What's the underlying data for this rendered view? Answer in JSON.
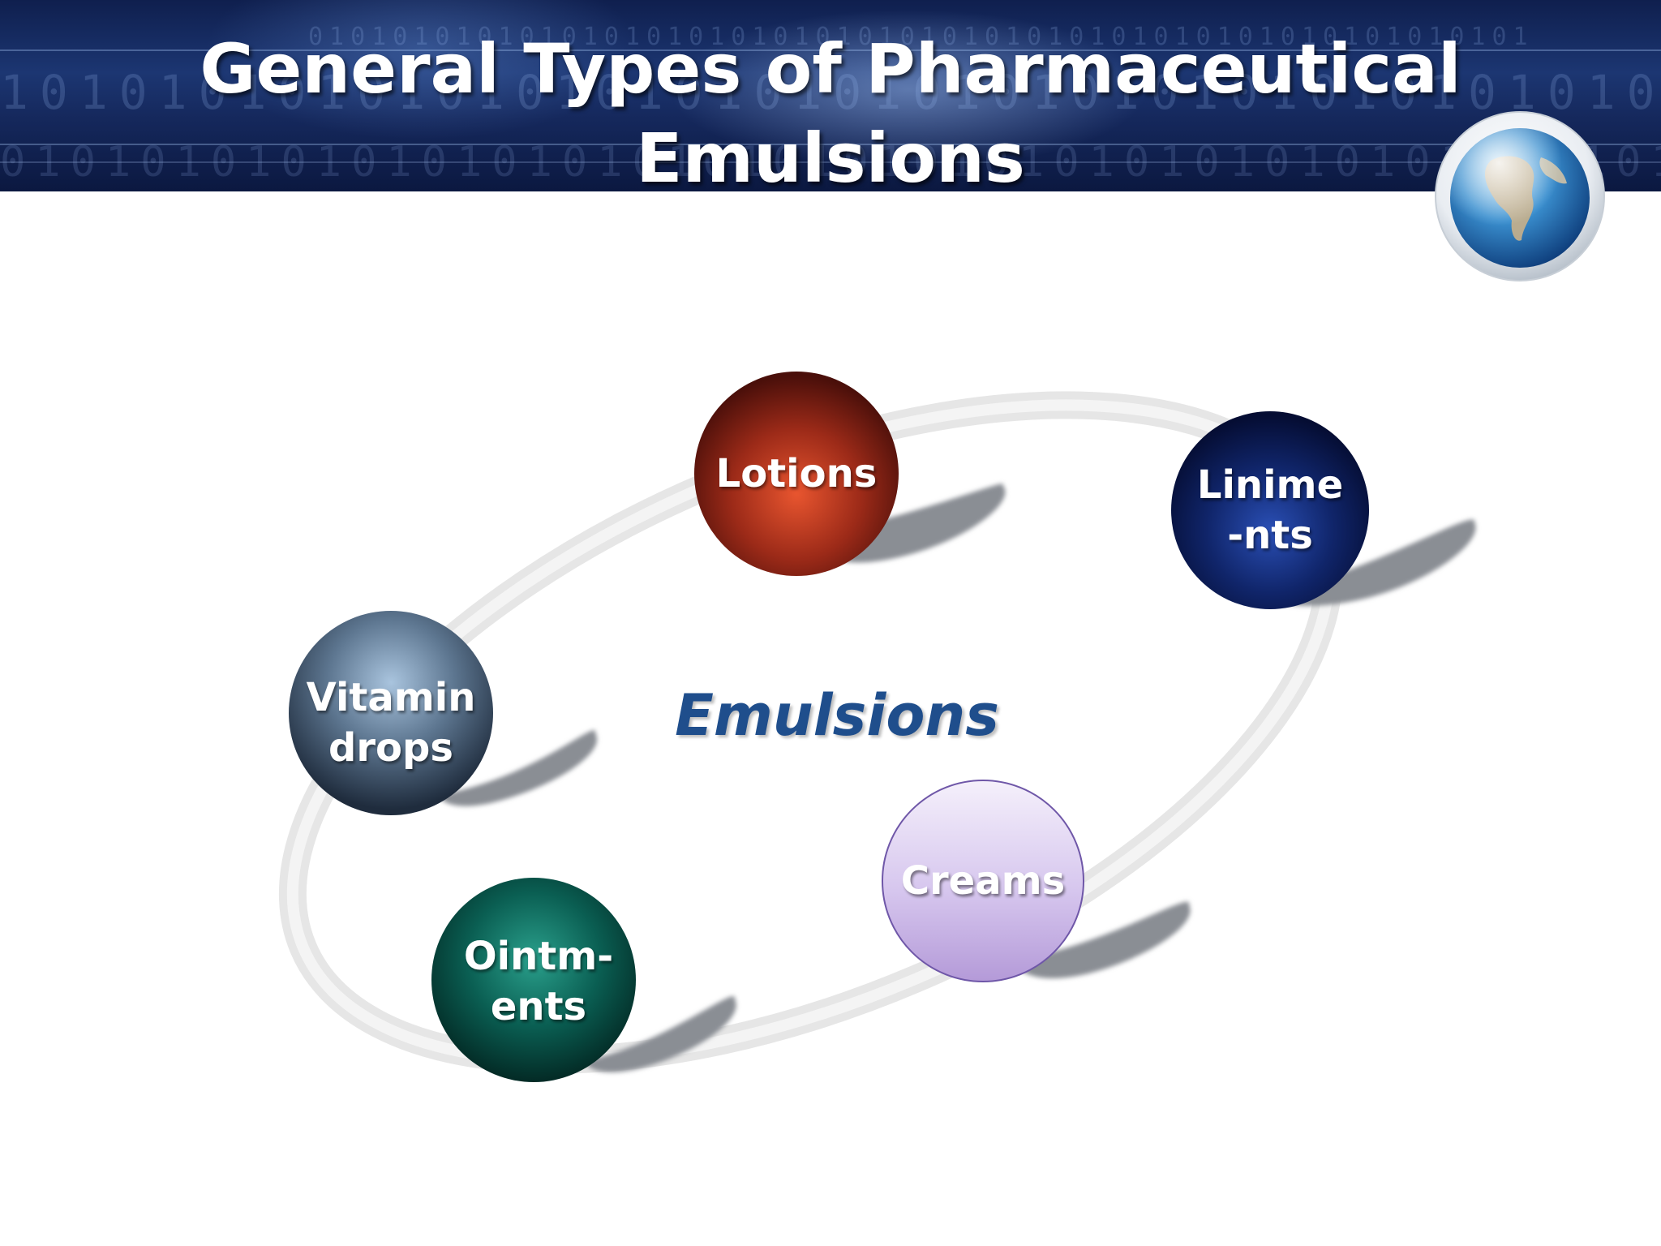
{
  "slide": {
    "title_line1": "General Types of Pharmaceutical",
    "title_line2": "Emulsions",
    "decor_binary_top": "0101010101010101010101010101010101010101010101010101010101",
    "decor_binary_mid": "1010101010101010101010101010101010101010101010",
    "decor_binary_bot": "01010101010101010101010101010101010101010101010101"
  },
  "logo": {
    "icon": "globe-icon"
  },
  "diagram": {
    "center": "Emulsions",
    "nodes": [
      {
        "id": "lotions",
        "line1": "Lotions",
        "line2": "",
        "color": "#c5341e"
      },
      {
        "id": "liniments",
        "line1": "Linime",
        "line2": "-nts",
        "color": "#12286f"
      },
      {
        "id": "vitamin",
        "line1": "Vitamin",
        "line2": "drops",
        "color": "#5e7792"
      },
      {
        "id": "ointments",
        "line1": "Ointm-",
        "line2": "ents",
        "color": "#0e6a5c"
      },
      {
        "id": "creams",
        "line1": "Creams",
        "line2": "",
        "color": "#c6b3e4"
      }
    ]
  },
  "colors": {
    "banner": "#1c3672",
    "title": "#ffffff",
    "center_text": "#1f4e8c",
    "ring": "#e6e6e6",
    "shadow": "#8a8e94"
  }
}
